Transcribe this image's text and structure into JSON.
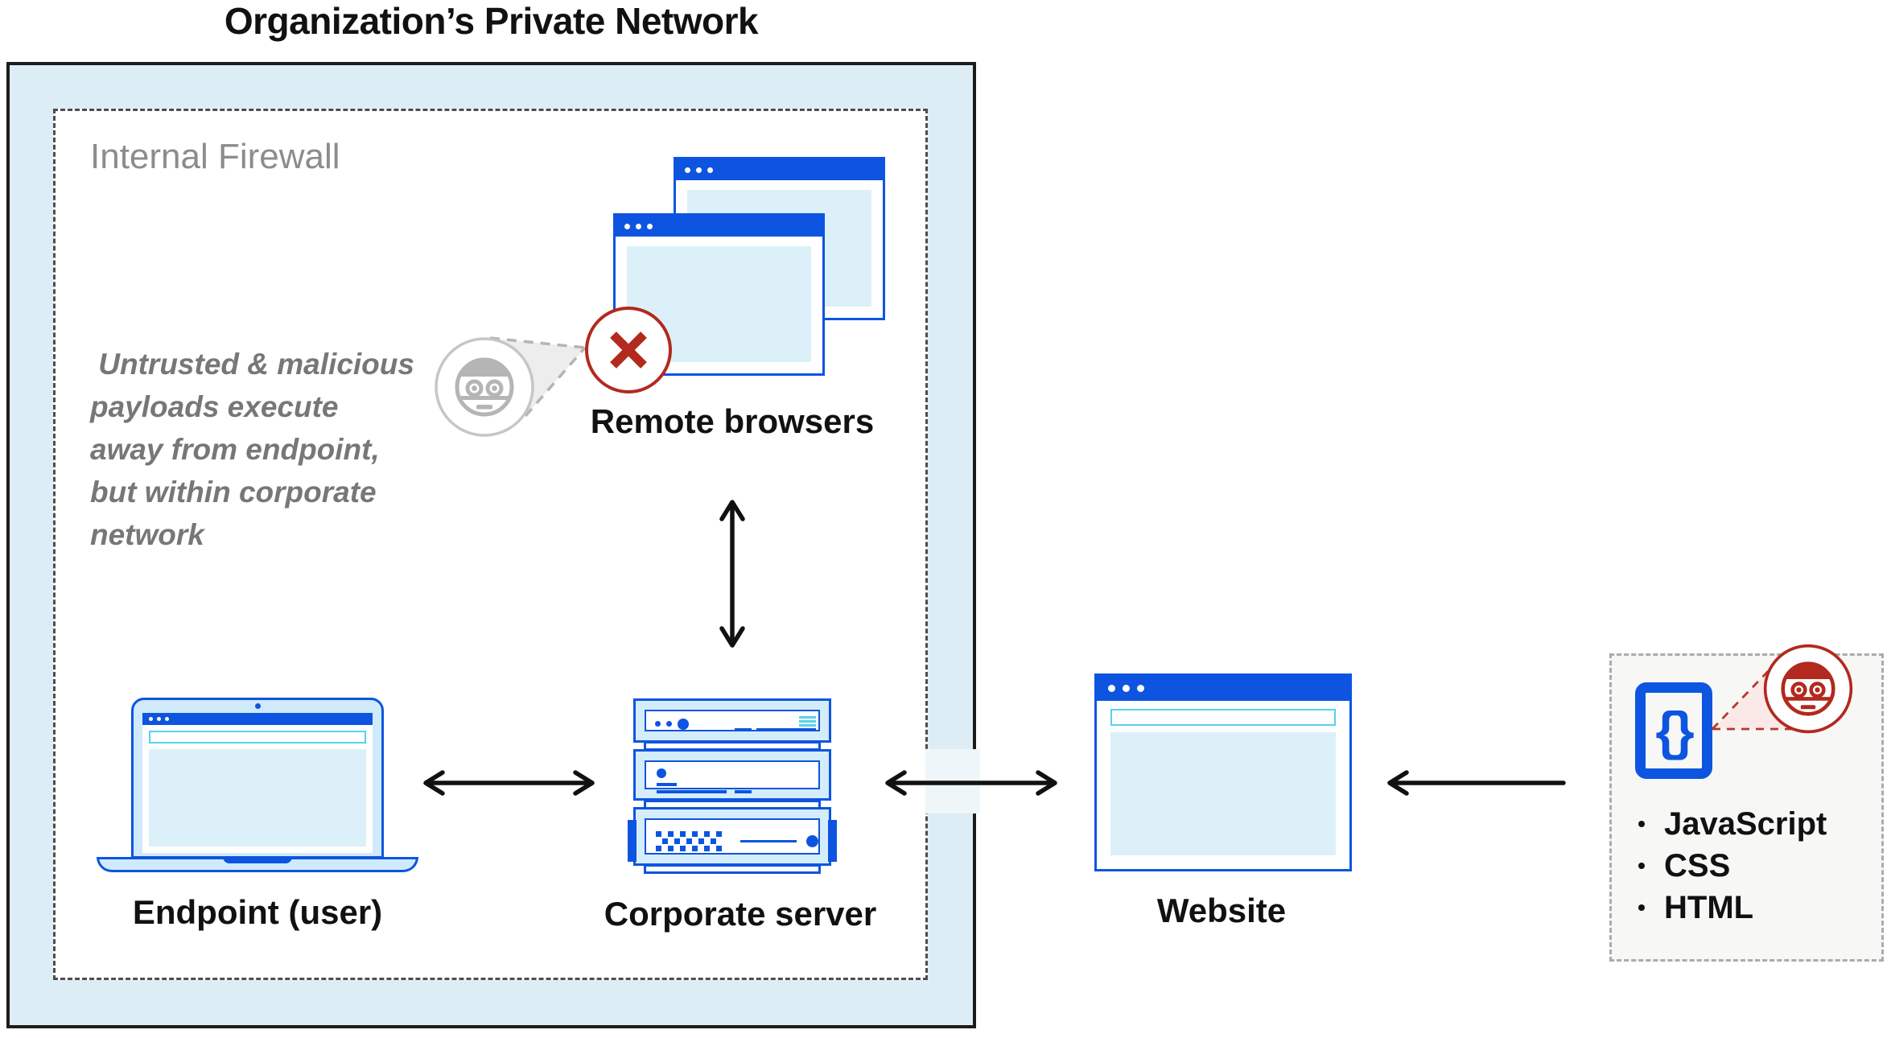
{
  "title": "Organization’s Private Network",
  "network": {
    "firewall_label": "Internal Firewall"
  },
  "annotation": {
    "lines": [
      " Untrusted & malicious",
      "payloads execute",
      "away from endpoint,",
      "but within corporate",
      "network"
    ]
  },
  "nodes": {
    "remote_browsers": {
      "label": "Remote browsers"
    },
    "endpoint": {
      "label": "Endpoint (user)"
    },
    "corporate_server": {
      "label": "Corporate server"
    },
    "website": {
      "label": "Website"
    }
  },
  "payload_box": {
    "code_glyph": "{}",
    "items": [
      "JavaScript",
      "CSS",
      "HTML"
    ]
  },
  "colors": {
    "blue": "#0d55e0",
    "cyan": "#56d2ee",
    "content_blue": "#dcf0f9",
    "laptop_blue": "#cfeafb",
    "network_bg": "#ddedf5",
    "red": "#b3291e",
    "gray_text": "#8c8c8c",
    "anno_gray": "#777777",
    "ink": "#111111",
    "box_gray": "#f7f7f6"
  }
}
